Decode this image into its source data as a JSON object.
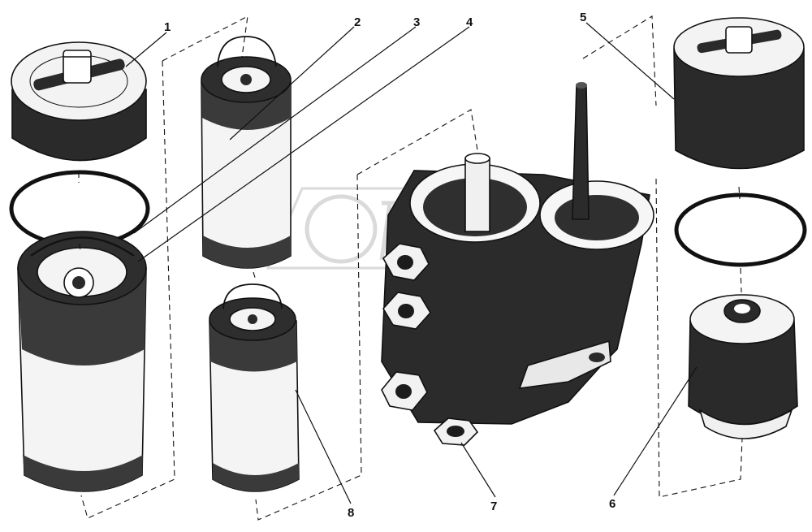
{
  "callouts": {
    "c1": "1",
    "c2": "2",
    "c3": "3",
    "c4": "4",
    "c5": "5",
    "c6": "6",
    "c7": "7",
    "c8": "8"
  },
  "colors": {
    "ink": "#111111",
    "dark_fill": "#2a2a2a",
    "paper": "#ffffff",
    "watermark": "#bdbdbd"
  },
  "parts": [
    "large-filter-cap",
    "large-filter-seal-ring",
    "large-filter-element",
    "fine-filter-element-upper",
    "fine-filter-element-lower",
    "filter-housing",
    "small-filter-cap",
    "small-filter-seal-ring",
    "small-filter-element"
  ]
}
